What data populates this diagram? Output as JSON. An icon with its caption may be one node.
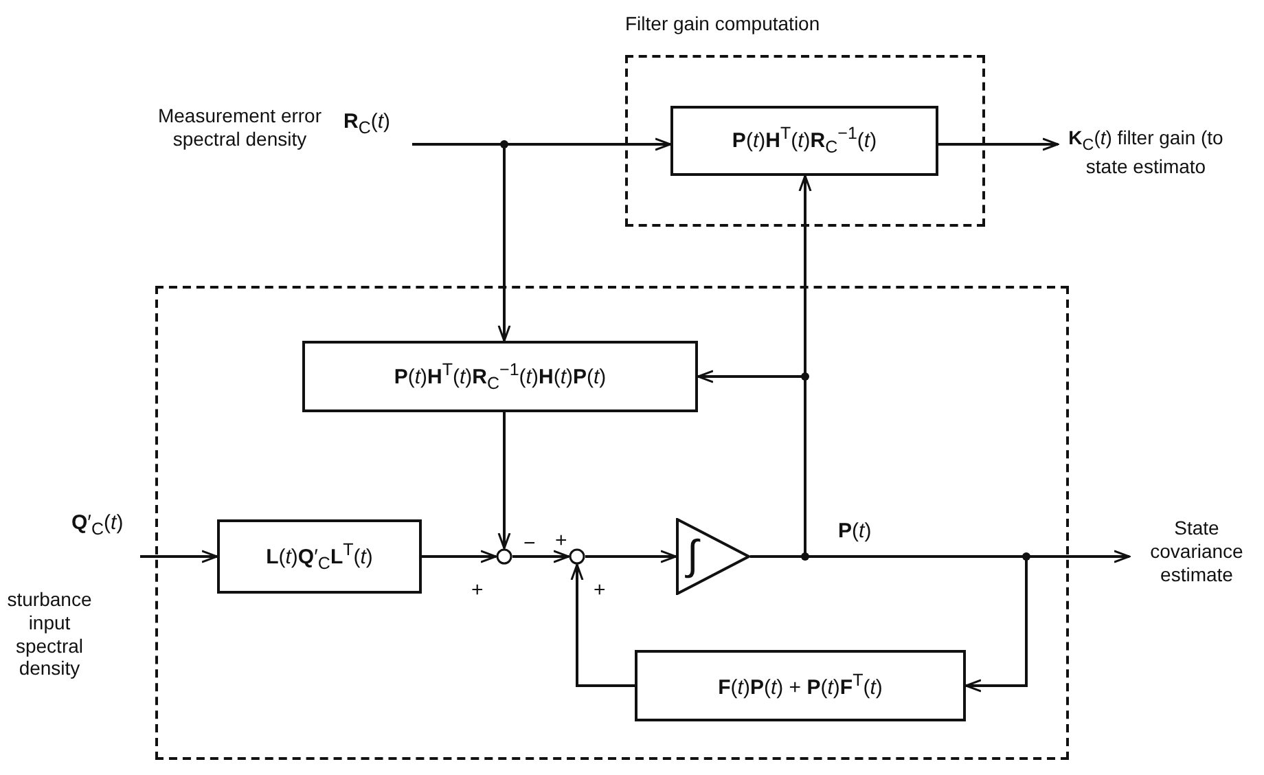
{
  "diagram": {
    "nodes": [
      {
        "text": [
          "Filter gain computation"
        ]
      },
      {
        "text": [
          "**P**(*t*)**H**$^{T}$(*t*)**R**$_{C}$$^{−1}$(*t*)"
        ],
        "in": 0
      },
      {
        "text": [
          "**R**$_{C}$(*t*)"
        ],
        "beside": [
          "Measurement error spectral density"
        ]
      },
      {
        "text": [
          "**K**$_{C}$(*t*) filter gain (to state estimato"
        ]
      },
      {
        "text": [],
        "shape": "box"
      },
      {
        "text": [
          "**P**(*t*)**H**$^{T}$(*t*)**R**$_{C}$$^{−1}$(*t*)**H**(*t*)**P**(*t*)"
        ],
        "in": 4
      },
      {
        "text": [
          "**Q**′$_{C}$(*t*)"
        ],
        "beside": [
          "sturbance input spectral density"
        ]
      },
      {
        "text": [
          "**L**(*t*)**Q**′$_{C}$**L**$^{T}$(*t*)"
        ],
        "in": 4
      },
      {
        "text": [],
        "shape": "circle",
        "in": 4
      },
      {
        "text": [],
        "shape": "circle",
        "in": 4
      },
      {
        "text": [
          "∫"
        ],
        "in": 4
      },
      {
        "text": [
          "**F**(*t*)**P**(*t*) + **P**(*t*)**F**$^{T}$(*t*)"
        ],
        "in": 4
      },
      {
        "text": [
          "State covariance estimate"
        ]
      }
    ],
    "edges": [
      {
        "from": 2,
        "to": 1,
        "arrow": "to"
      },
      {
        "from": 2,
        "to": 5,
        "arrow": "to"
      },
      {
        "from": 1,
        "to": 3,
        "arrow": "to"
      },
      {
        "from": 6,
        "to": 7,
        "arrow": "to"
      },
      {
        "from": 7,
        "to": 8,
        "arrow": "to"
      },
      {
        "from": 5,
        "to": 8,
        "arrow": "to"
      },
      {
        "from": 8,
        "to": 9,
        "arrow": "to"
      },
      {
        "from": 9,
        "to": 10,
        "arrow": "to"
      },
      {
        "from": 10,
        "to": 1,
        "arrow": "to"
      },
      {
        "from": 10,
        "to": 5,
        "arrow": "to"
      },
      {
        "from": 10,
        "to": 12,
        "arrow": "to",
        "label": "**P**(*t*)"
      },
      {
        "from": 10,
        "to": 11,
        "arrow": "to"
      },
      {
        "from": 11,
        "to": 9,
        "arrow": "to"
      }
    ],
    "labels": [
      "−",
      "+",
      "+",
      "+"
    ]
  }
}
